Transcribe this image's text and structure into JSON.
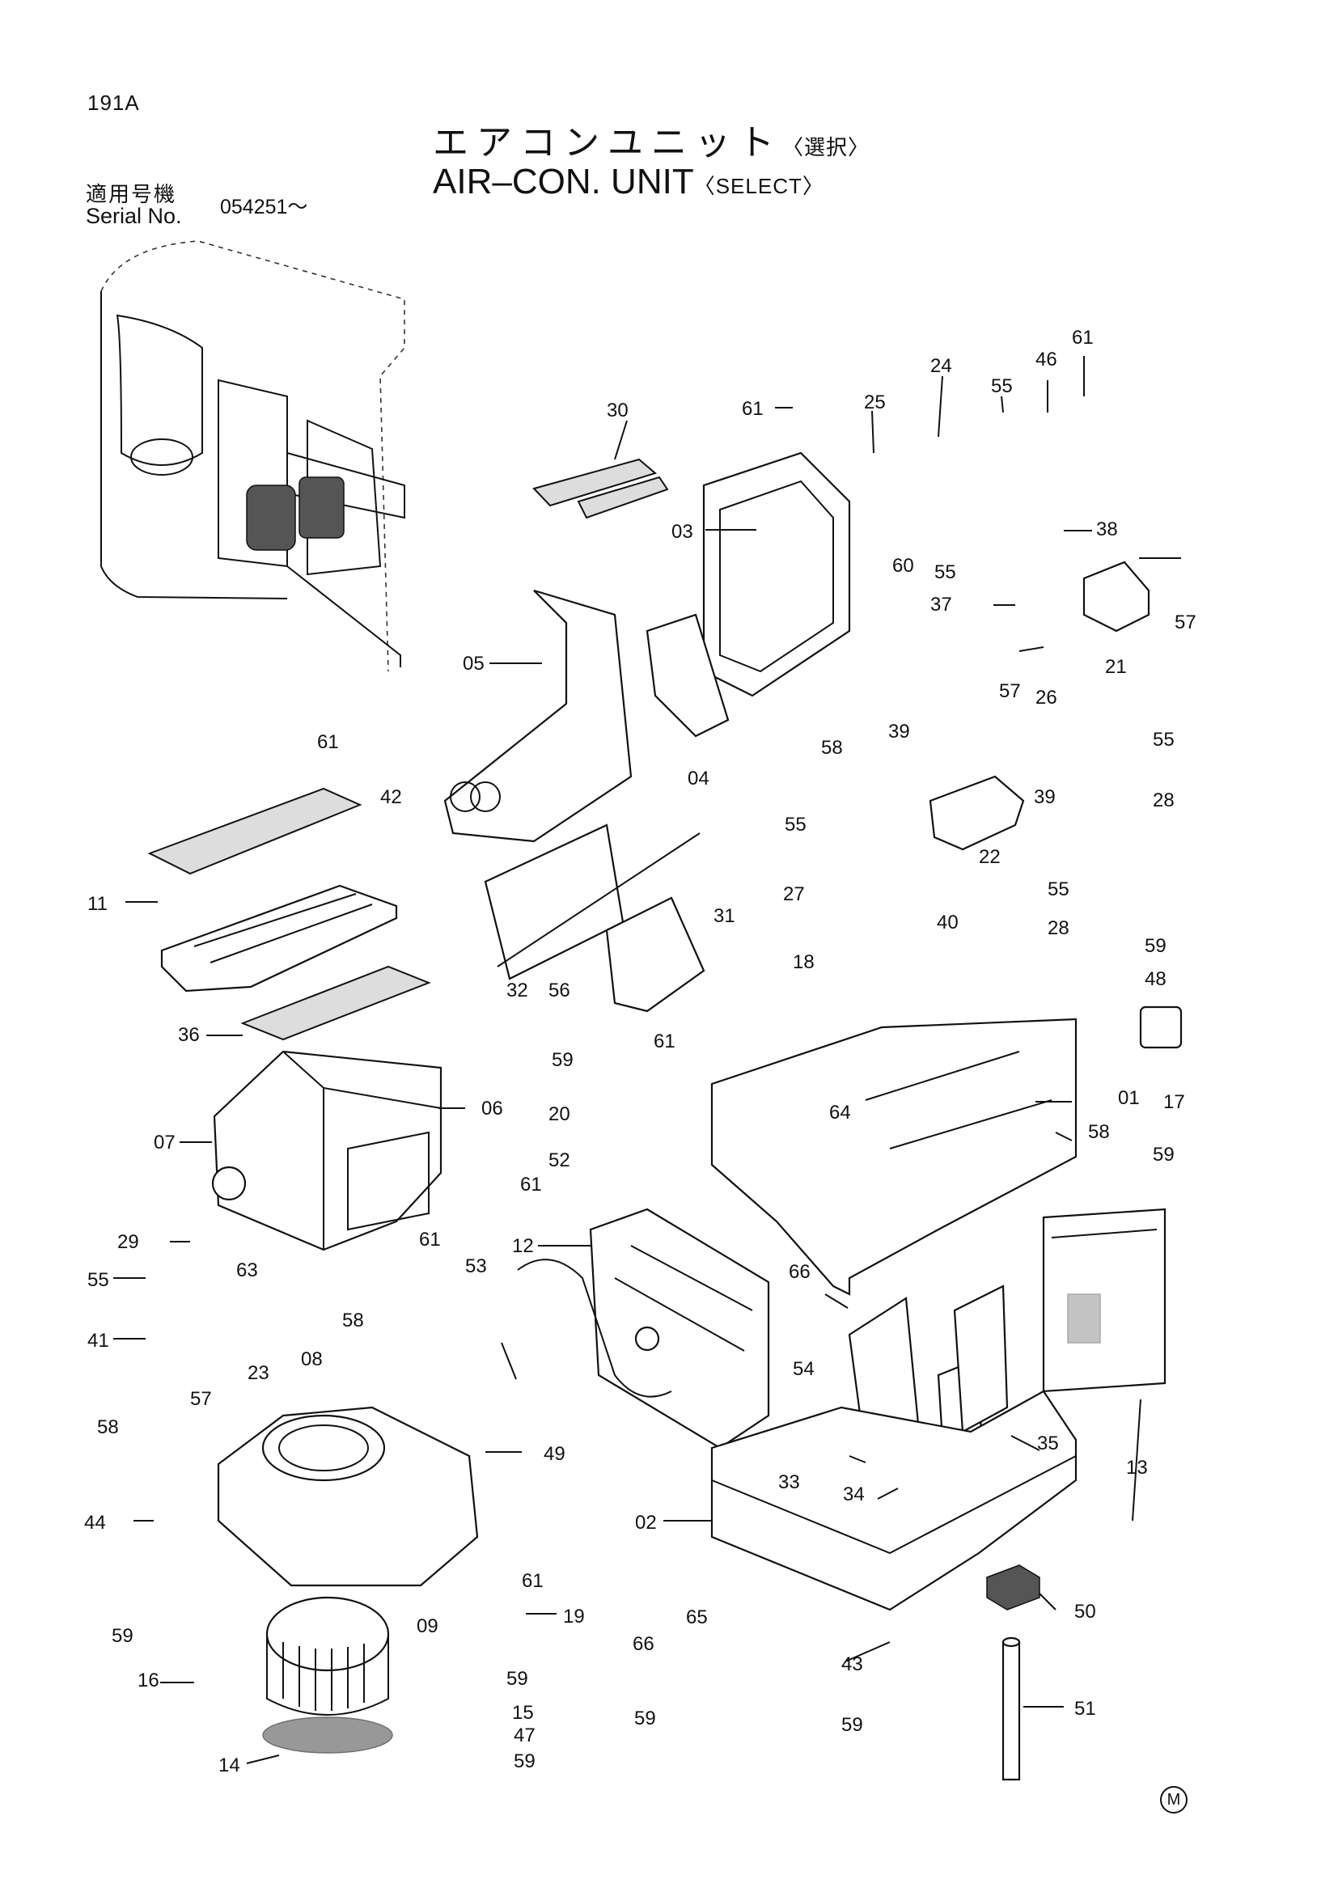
{
  "header": {
    "page_code": "191A",
    "title_jp": "エアコンユニット",
    "title_jp_suffix": "〈選択〉",
    "title_en": "AIR–CON. UNIT",
    "title_en_suffix": "〈SELECT〉",
    "serial_label_jp": "適用号機",
    "serial_label_en": "Serial No.",
    "serial_value": "054251～"
  },
  "callouts": {
    "c01": "01",
    "c02": "02",
    "c03": "03",
    "c04": "04",
    "c05": "05",
    "c06": "06",
    "c07": "07",
    "c08": "08",
    "c09": "09",
    "c11": "11",
    "c12": "12",
    "c13": "13",
    "c14": "14",
    "c15": "15",
    "c16": "16",
    "c17": "17",
    "c18": "18",
    "c19": "19",
    "c20": "20",
    "c21": "21",
    "c22": "22",
    "c23": "23",
    "c24": "24",
    "c25": "25",
    "c26": "26",
    "c27": "27",
    "c28a": "28",
    "c28b": "28",
    "c29": "29",
    "c30": "30",
    "c31": "31",
    "c32": "32",
    "c33": "33",
    "c34": "34",
    "c35": "35",
    "c36": "36",
    "c37": "37",
    "c38": "38",
    "c39a": "39",
    "c39b": "39",
    "c40": "40",
    "c41": "41",
    "c42": "42",
    "c43": "43",
    "c44": "44",
    "c46": "46",
    "c47": "47",
    "c48": "48",
    "c49": "49",
    "c50": "50",
    "c51": "51",
    "c52": "52",
    "c53": "53",
    "c54": "54",
    "c55a": "55",
    "c55b": "55",
    "c55c": "55",
    "c55d": "55",
    "c55e": "55",
    "c55f": "55",
    "c56": "56",
    "c57a": "57",
    "c57b": "57",
    "c57c": "57",
    "c58a": "58",
    "c58b": "58",
    "c58c": "58",
    "c58d": "58",
    "c59a": "59",
    "c59b": "59",
    "c59c": "59",
    "c59d": "59",
    "c59e": "59",
    "c59f": "59",
    "c59g": "59",
    "c60": "60",
    "c61a": "61",
    "c61b": "61",
    "c61c": "61",
    "c61d": "61",
    "c61e": "61",
    "c61f": "61",
    "c61g": "61",
    "c63": "63",
    "c64": "64",
    "c65": "65",
    "c66a": "66",
    "c66b": "66"
  },
  "footer": {
    "mark": "M"
  }
}
